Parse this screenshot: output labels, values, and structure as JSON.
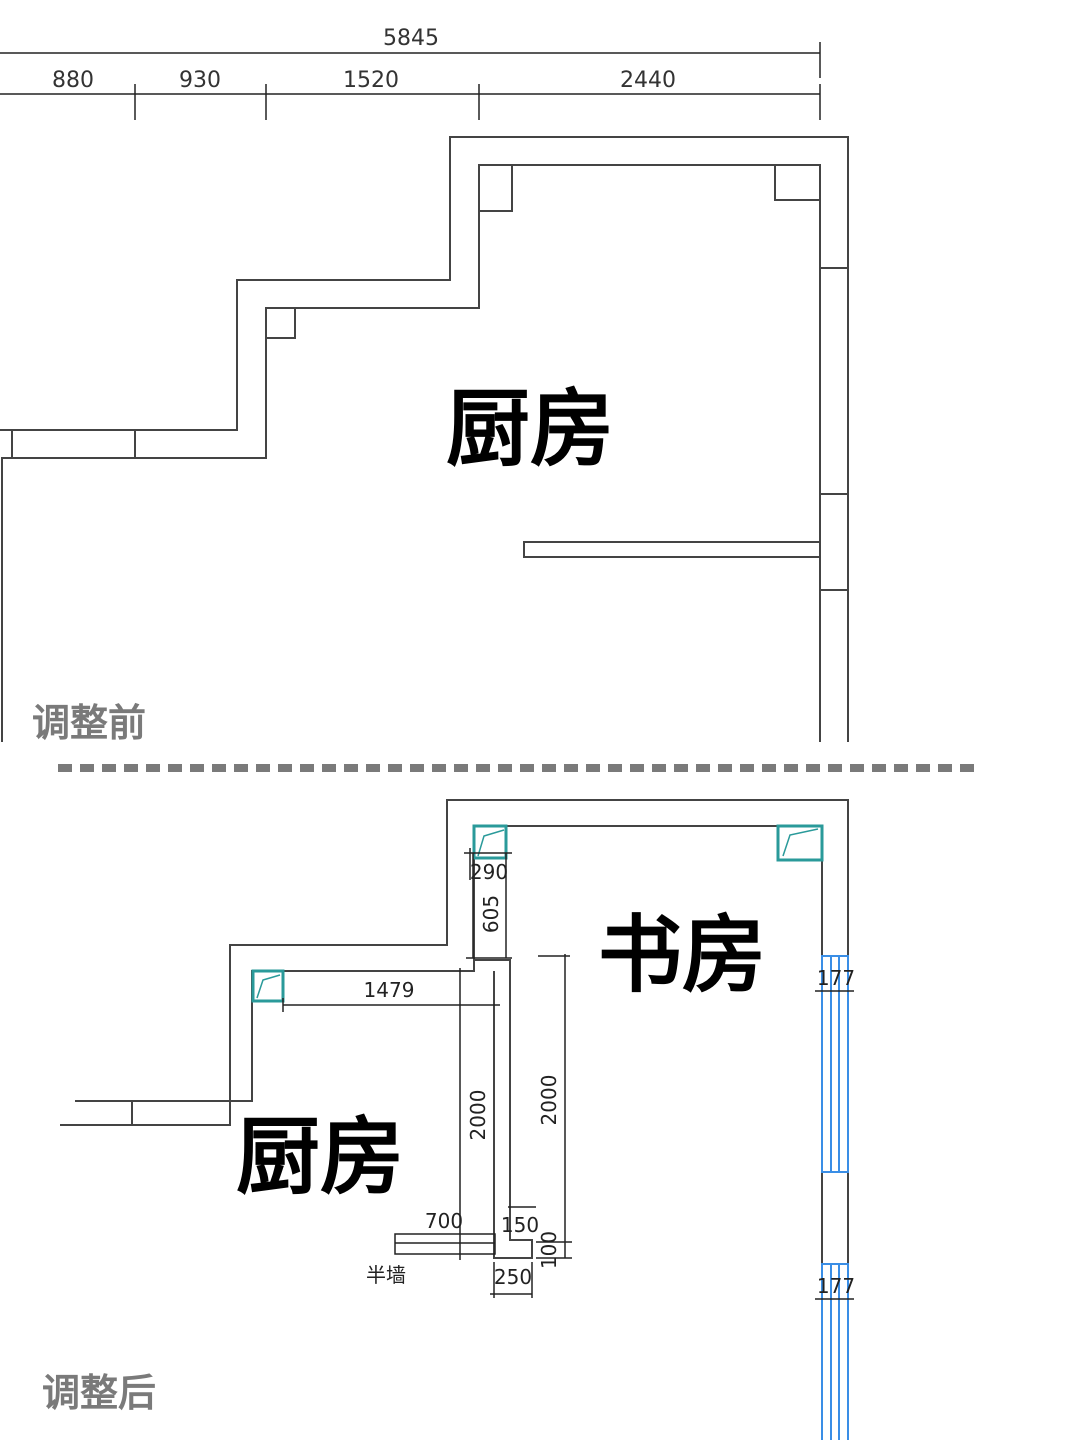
{
  "before": {
    "caption": "调整前",
    "room_label": "厨房",
    "total_dimension": "5845",
    "segment_dimensions": [
      "880",
      "930",
      "1520",
      "2440"
    ]
  },
  "after": {
    "caption": "调整后",
    "kitchen_label": "厨房",
    "study_label": "书房",
    "dimensions": {
      "pipe_width": "290",
      "pipe_depth": "605",
      "kitchen_width": "1479",
      "wall_height_left": "2000",
      "wall_height_right": "2000",
      "half_wall_length": "700",
      "wall_offset": "150",
      "wall_base": "100",
      "wall_thickness": "250",
      "window_top": "177",
      "window_bottom": "177"
    },
    "half_wall_label": "半墙"
  },
  "colors": {
    "wall": "#444444",
    "pipe": "#2a9a9a",
    "window": "#3a8ee6",
    "caption": "#7a7a7a"
  }
}
